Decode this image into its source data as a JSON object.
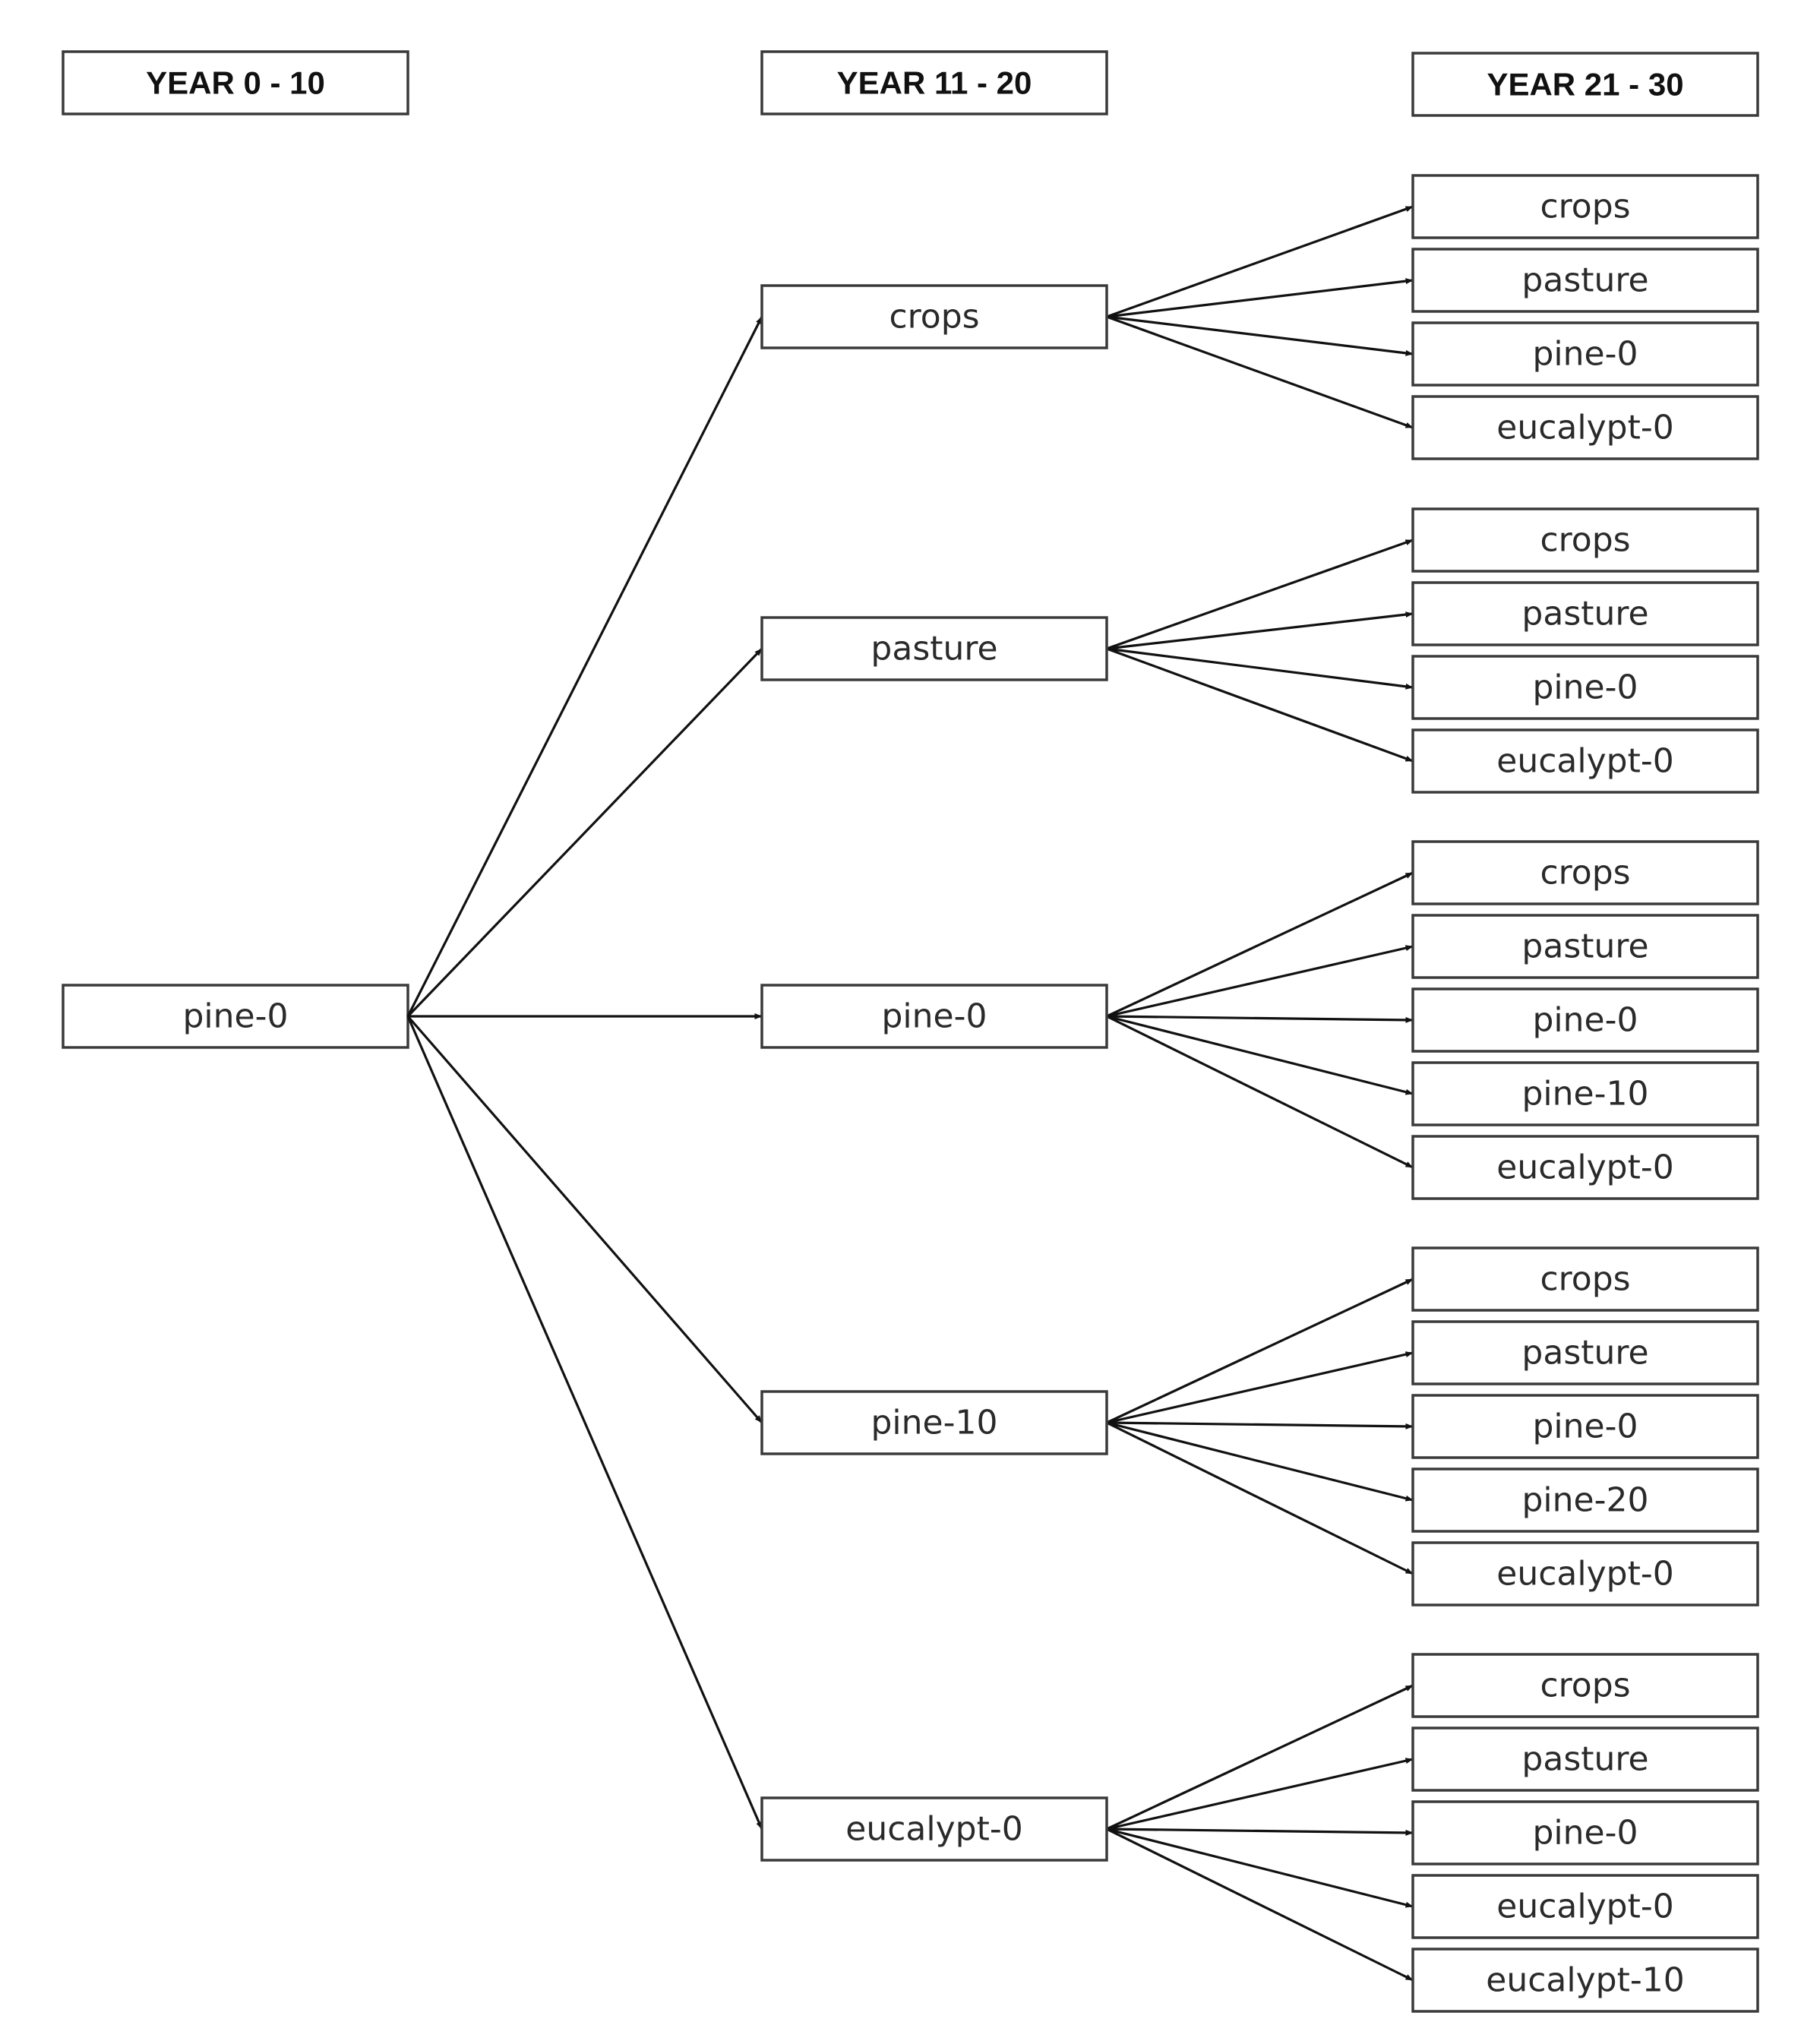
{
  "headers": [
    "YEAR 0 - 10",
    "YEAR 11 - 20",
    "YEAR 21 - 30"
  ],
  "root": "pine-0",
  "branches": [
    {
      "label": "crops",
      "children": [
        "crops",
        "pasture",
        "pine-0",
        "eucalypt-0"
      ]
    },
    {
      "label": "pasture",
      "children": [
        "crops",
        "pasture",
        "pine-0",
        "eucalypt-0"
      ]
    },
    {
      "label": "pine-0",
      "children": [
        "crops",
        "pasture",
        "pine-0",
        "pine-10",
        "eucalypt-0"
      ]
    },
    {
      "label": "pine-10",
      "children": [
        "crops",
        "pasture",
        "pine-0",
        "pine-20",
        "eucalypt-0"
      ]
    },
    {
      "label": "eucalypt-0",
      "children": [
        "crops",
        "pasture",
        "pine-0",
        "eucalypt-0",
        "eucalypt-10"
      ]
    }
  ],
  "colors": {
    "stroke": "#3a3a3a",
    "line": "#111111",
    "text": "#2a2a2a",
    "background": "#ffffff"
  }
}
